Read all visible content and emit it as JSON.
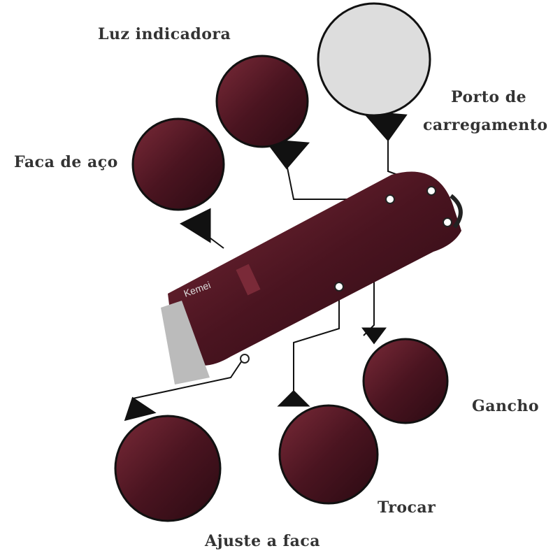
{
  "labels": {
    "indicator_light": "Luz indicadora",
    "charging_port_1": "Porto de",
    "charging_port_2": "carregamento",
    "steel_blade": "Faca de aço",
    "hook": "Gancho",
    "switch": "Trocar",
    "blade_adjust": "Ajuste a faca"
  },
  "brand": "Kemei",
  "colors": {
    "body": "#5a1a26",
    "text": "#333333"
  }
}
